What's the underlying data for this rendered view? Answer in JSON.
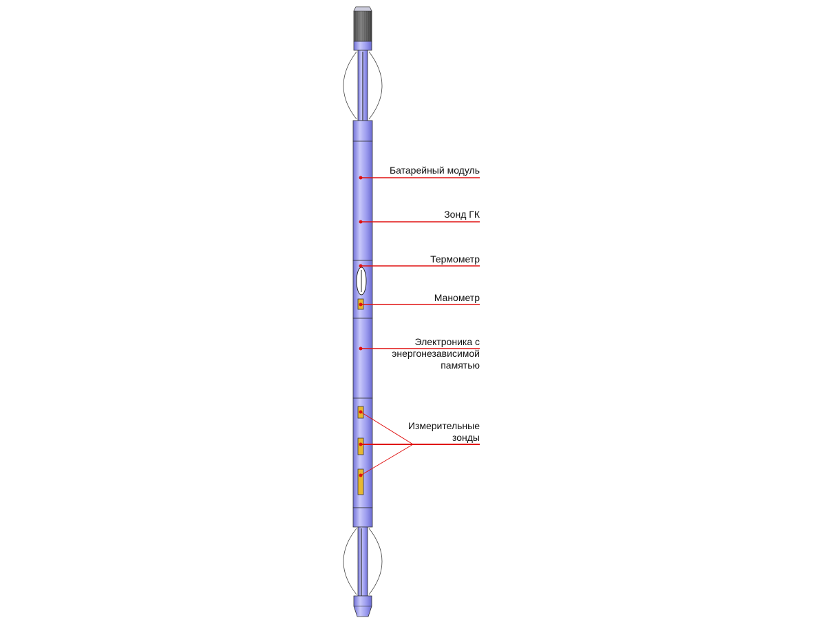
{
  "colors": {
    "body": "#8f8fe8",
    "leader": "#e01010",
    "sensor": "#e8b830"
  },
  "labels": {
    "battery": "Батарейный модуль",
    "gamma": "Зонд ГК",
    "thermometer": "Термометр",
    "manometer": "Манометр",
    "electronics_1": "Электроника с",
    "electronics_2": "энергонезависимой",
    "electronics_3": "памятью",
    "probes_1": "Измерительные",
    "probes_2": "зонды"
  }
}
